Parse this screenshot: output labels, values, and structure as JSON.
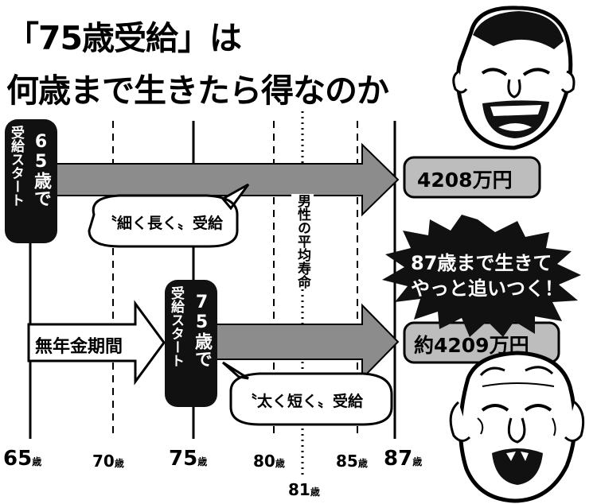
{
  "title": {
    "line1": "「75歳受給」は",
    "line2": "何歳まで生きたら得なのか"
  },
  "axis_ticks": [
    {
      "age": "65",
      "unit": "歳"
    },
    {
      "age": "70",
      "unit": "歳"
    },
    {
      "age": "75",
      "unit": "歳"
    },
    {
      "age": "80",
      "unit": "歳"
    },
    {
      "age": "85",
      "unit": "歳"
    },
    {
      "age": "87",
      "unit": "歳"
    }
  ],
  "life_expectancy": {
    "label": "男性の平均寿命",
    "age": "81",
    "unit": "歳"
  },
  "start65": {
    "label_top": "受給スタート",
    "label_age": "65歳で",
    "bubble": "〝細く長く〟受給",
    "amount": "4208万円"
  },
  "start75": {
    "no_pension_label": "無年金期間",
    "label_top": "受給スタート",
    "label_age": "75歳で",
    "bubble": "〝太く短く〟受給",
    "amount": "約4209万円"
  },
  "burst": {
    "line1": "87歳まで生きて",
    "line2": "やっと追いつく！"
  },
  "colors": {
    "arrow_gray": "#8c8c8c",
    "panel_black": "#111111",
    "amount_box_gray": "#bdbdbd"
  }
}
